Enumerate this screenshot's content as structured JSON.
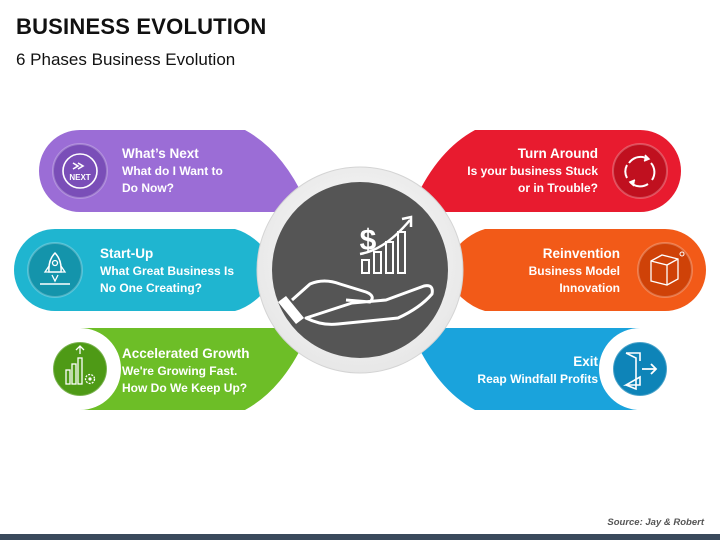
{
  "header": {
    "title": "BUSINESS EVOLUTION",
    "subtitle": "6 Phases Business Evolution"
  },
  "center": {
    "icon": "hand-money-growth-icon",
    "dollar_symbol": "$"
  },
  "phases": [
    {
      "title": "What’s Next",
      "description": "What do I Want to\nDo Now?",
      "icon": "next-icon",
      "icon_label": "NEXT",
      "color": "#9B6DD6",
      "dark_color": "#7A4EB8"
    },
    {
      "title": "Start-Up",
      "description": "What Great Business Is\nNo One Creating?",
      "icon": "rocket-icon",
      "color": "#1FB5D0",
      "dark_color": "#1494AB"
    },
    {
      "title": "Accelerated Growth",
      "description": "We're Growing Fast.\nHow Do We Keep Up?",
      "icon": "growth-chart-gear-icon",
      "color": "#6DBE27",
      "dark_color": "#4E9A16"
    },
    {
      "title": "Turn Around",
      "description": "Is your business Stuck\nor in Trouble?",
      "icon": "cycle-arrows-icon",
      "color": "#E81B2F",
      "dark_color": "#C0101F"
    },
    {
      "title": "Reinvention",
      "description": "Business Model\nInnovation",
      "icon": "cube-icon",
      "color": "#F25A18",
      "dark_color": "#CF4208"
    },
    {
      "title": "Exit",
      "description": "Reap Windfall Profits",
      "icon": "exit-door-icon",
      "color": "#1AA3DC",
      "dark_color": "#0E84B8"
    }
  ],
  "footer": {
    "source": "Source: Jay & Robert"
  }
}
